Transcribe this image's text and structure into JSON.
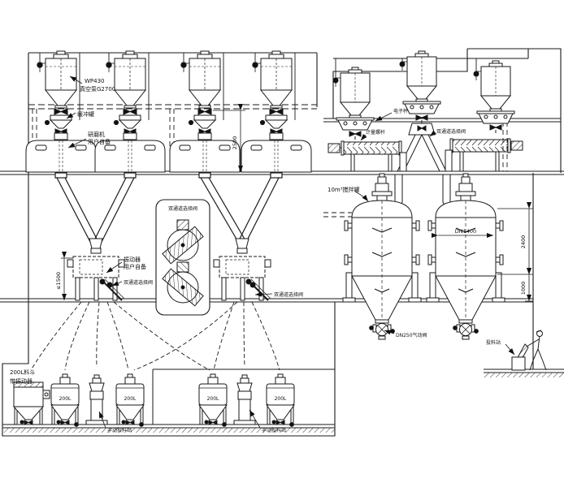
{
  "colors": {
    "line": "#1a1a1a",
    "background": "#ffffff"
  },
  "labels": {
    "loader_model": "WP430",
    "vacuum_pump": "真空泵G2700",
    "buffer_tank": "缓冲罐",
    "grinder_line1": "研磨机",
    "grinder_line2": "用户自备",
    "dim_2500": "2500",
    "detail_box_title": "双通道选择阀",
    "vibrator_line1": "振动器",
    "vibrator_line2": "用户自备",
    "selector_valve_left1": "双通道选择阀",
    "selector_valve_left2": "双通道选择阀",
    "dim_1500": "≤1500",
    "hopper_200l_line1": "200L料斗",
    "hopper_200l_line2": "带振动器",
    "vessel_200l": "200L",
    "manual_station_1": "手动投料站",
    "manual_station_2": "手动投料站",
    "electronic_scale": "电子秤",
    "metering_screw": "计量螺杆",
    "selector_valve_right": "双通道选择阀",
    "mixing_tank": "10m³搅拌罐",
    "dim_dn1400": "DN1400",
    "dim_2400": "2400",
    "dim_1000": "1000",
    "valve_dn250": "DN250气动阀",
    "feed_station": "投料站"
  }
}
